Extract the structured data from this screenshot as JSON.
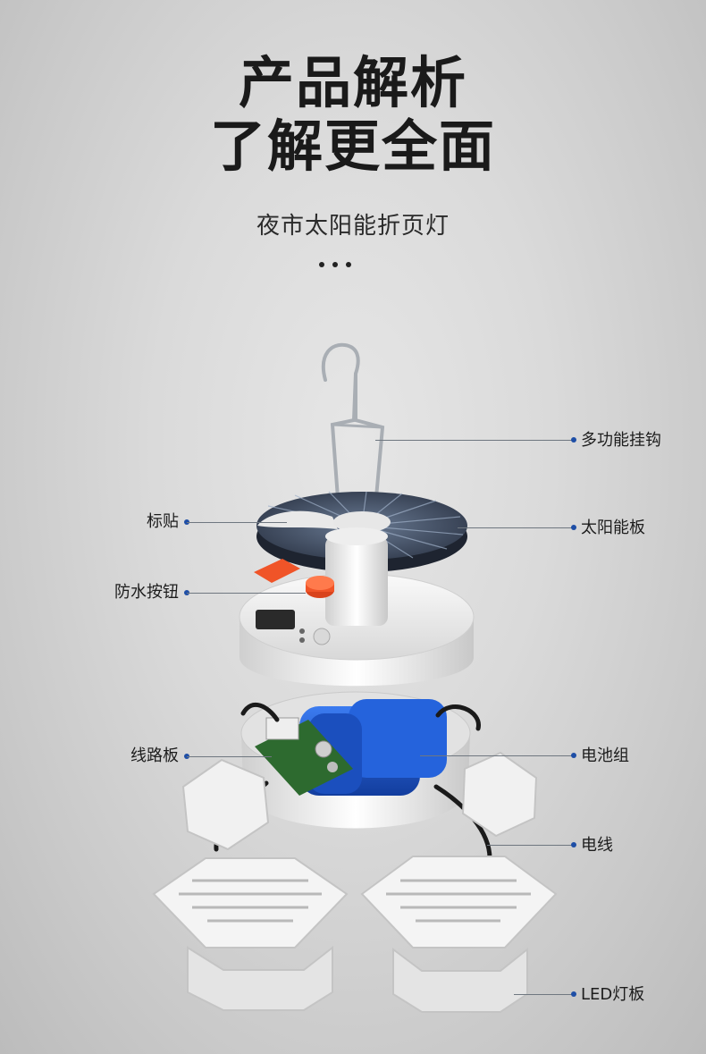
{
  "header": {
    "title_line1": "产品解析",
    "title_line2": "了解更全面",
    "subtitle": "夜市太阳能折页灯"
  },
  "callouts": {
    "hook": "多功能挂钩",
    "solar_panel": "太阳能板",
    "battery_pack": "电池组",
    "wire": "电线",
    "led_board": "LED灯板",
    "sticker": "标贴",
    "waterproof_button": "防水按钮",
    "circuit_board": "线路板"
  },
  "colors": {
    "accent_dot": "#1e4ea6",
    "title": "#1a1a1a",
    "battery": "#1f58d6",
    "button": "#f05428"
  }
}
